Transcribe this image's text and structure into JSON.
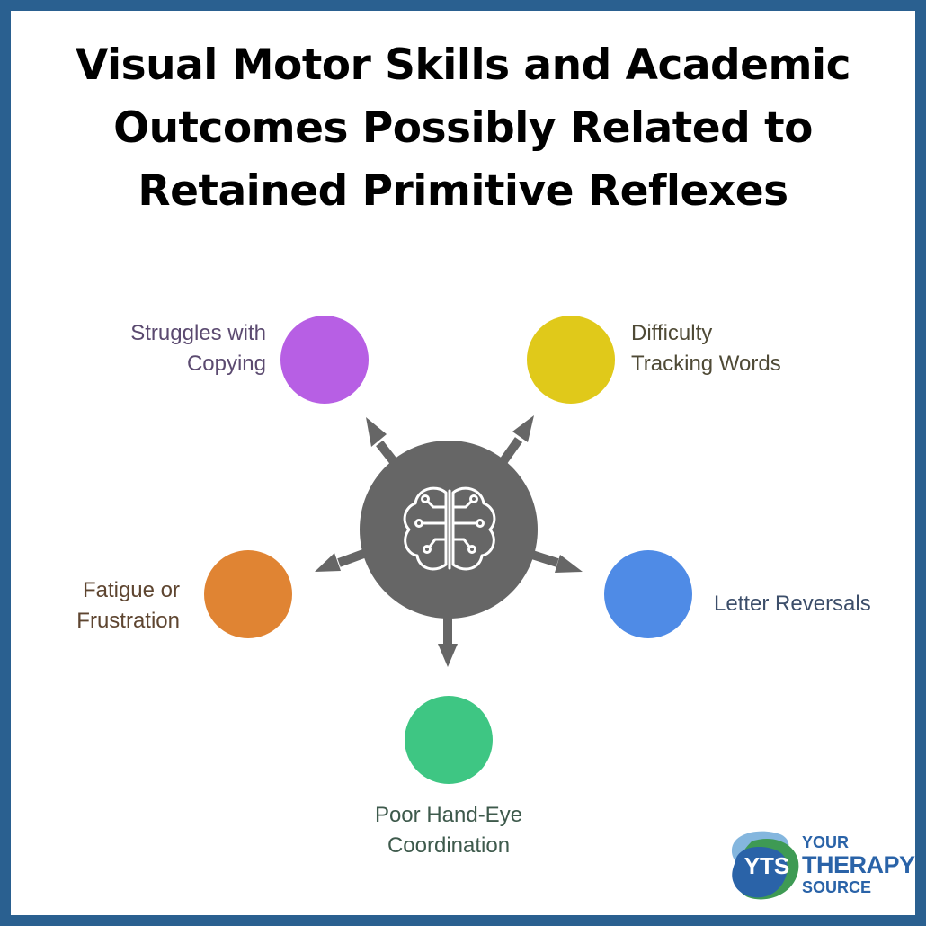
{
  "title_lines": [
    "Visual Motor Skills and Academic",
    "Outcomes Possibly Related to",
    "Retained Primitive Reflexes"
  ],
  "center": {
    "icon": "brain-circuit-icon",
    "color": "#666666"
  },
  "nodes": [
    {
      "id": "struggles-copying",
      "label_lines": [
        "Struggles with",
        "Copying"
      ],
      "color": "#b75fe4",
      "text_color": "#5b4a70"
    },
    {
      "id": "difficulty-tracking",
      "label_lines": [
        "Difficulty",
        "Tracking Words"
      ],
      "color": "#e0c91a",
      "text_color": "#4f4a36"
    },
    {
      "id": "letter-reversals",
      "label_lines": [
        "Letter Reversals"
      ],
      "color": "#4f8be6",
      "text_color": "#3c4e6a"
    },
    {
      "id": "poor-hand-eye",
      "label_lines": [
        "Poor Hand-Eye",
        "Coordination"
      ],
      "color": "#3ec683",
      "text_color": "#3e5a4c"
    },
    {
      "id": "fatigue-frustration",
      "label_lines": [
        "Fatigue or",
        "Frustration"
      ],
      "color": "#e08433",
      "text_color": "#5e4530"
    }
  ],
  "logo": {
    "badge_text": "YTS",
    "text_lines": [
      "YOUR",
      "THERAPY",
      "SOURCE"
    ],
    "colors": {
      "blue": "#2a63a8",
      "green": "#3e9a54",
      "light_blue": "#6ea9d8"
    }
  }
}
